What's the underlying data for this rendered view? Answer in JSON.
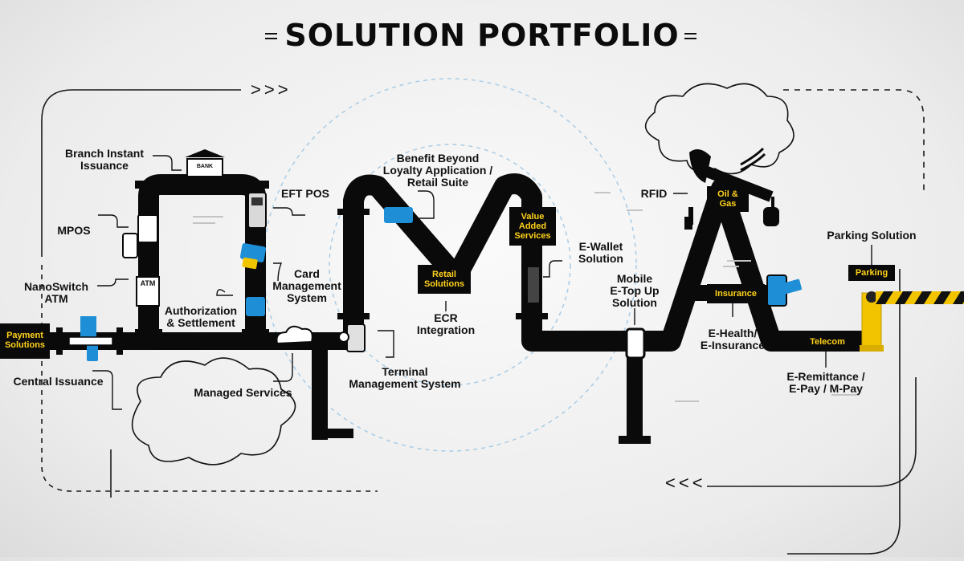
{
  "title": "SOLUTION PORTFOLIO",
  "labels": {
    "payment_solutions": "Payment\nSolutions",
    "central_issuance": "Central Issuance",
    "nanoswitch_atm": "NanoSwitch\nATM",
    "mpos": "MPOS",
    "branch_instant_issuance": "Branch Instant\nIssuance",
    "authorization_settlement": "Authorization\n& Settlement",
    "eft_pos": "EFT POS",
    "card_management_system": "Card\nManagement\nSystem",
    "managed_services": "Managed Services",
    "benefit_beyond": "Benefit Beyond\nLoyalty Application /\nRetail Suite",
    "retail_solutions": "Retail\nSolutions",
    "ecr_integration": "ECR\nIntegration",
    "terminal_management_system": "Terminal\nManagement System",
    "value_added_services": "Value\nAdded\nServices",
    "e_wallet_solution": "E-Wallet\nSolution",
    "mobile_etopup": "Mobile\nE-Top Up\nSolution",
    "rfid": "RFID",
    "oil_gas": "Oil &\nGas",
    "insurance": "Insurance",
    "e_health": "E-Health/\nE-Insurance",
    "telecom": "Telecom",
    "e_remittance": "E-Remittance /\nE-Pay / M-Pay",
    "parking_solution": "Parking Solution",
    "parking": "Parking",
    "atm_sign": "ATM",
    "bank_sign": "BANK"
  },
  "arrows": {
    "top": ">>>",
    "bottom": "<<<"
  },
  "colors": {
    "pipe": "#0a0a0a",
    "accent": "#ffd21a",
    "icon_blue": "#1e8fd6",
    "barrier": "#f2c400"
  }
}
